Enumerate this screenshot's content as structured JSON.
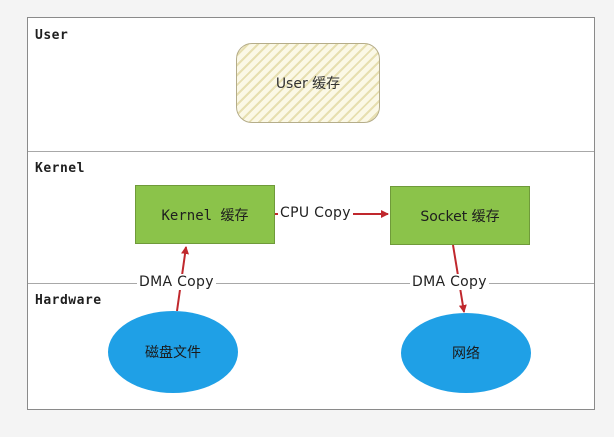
{
  "layers": {
    "user": "User",
    "kernel": "Kernel",
    "hardware": "Hardware"
  },
  "nodes": {
    "user_cache": "User 缓存",
    "kernel_cache": "Kernel 缓存",
    "socket_cache": "Socket 缓存",
    "disk_file": "磁盘文件",
    "network": "网络"
  },
  "edges": {
    "cpu_copy": "CPU Copy",
    "dma_copy_read": "DMA Copy",
    "dma_copy_send": "DMA Copy"
  },
  "colors": {
    "arrow": "#c0282d",
    "cache_box": "#8bc34a",
    "hardware_device": "#1fa0e6",
    "user_cache_fill": "#fbf8e6"
  }
}
